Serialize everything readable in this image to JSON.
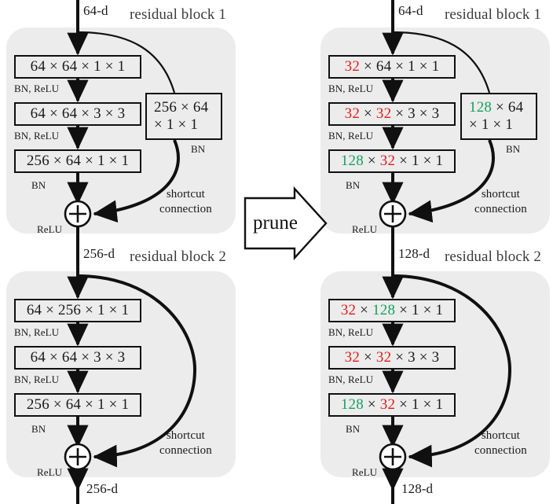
{
  "figure": {
    "title": "residual block pruning diagram",
    "colors": {
      "pruned_red": "#e11b1b",
      "kept_green": "#17a05e",
      "block_background": "#ececec",
      "line": "#101010"
    },
    "transform_label": "prune"
  },
  "left": {
    "input_dim": "64-d",
    "block1": {
      "title": "residual block 1",
      "layers": [
        {
          "text": "64 × 64 × 1 × 1",
          "norm": "BN, ReLU"
        },
        {
          "text": "64 × 64 × 3 × 3",
          "norm": "BN, ReLU"
        },
        {
          "text": "256 × 64 × 1 × 1",
          "norm": "BN"
        }
      ],
      "shortcut_conv_line1": "256 × 64",
      "shortcut_conv_line2": "× 1 × 1",
      "shortcut_conv_norm": "BN",
      "shortcut_label_line1": "shortcut",
      "shortcut_label_line2": "connection",
      "add_icon": "plus-in-circle",
      "output_activation": "ReLU",
      "output_dim": "256-d"
    },
    "block2": {
      "title": "residual block 2",
      "input_dim": "256-d",
      "layers": [
        {
          "text": "64 × 256 × 1 × 1",
          "norm": "BN, ReLU"
        },
        {
          "text": "64 × 64 × 3 × 3",
          "norm": "BN, ReLU"
        },
        {
          "text": "256 × 64 × 1 × 1",
          "norm": "BN"
        }
      ],
      "shortcut_label_line1": "shortcut",
      "shortcut_label_line2": "connection",
      "add_icon": "plus-in-circle",
      "output_activation": "ReLU",
      "output_dim": "256-d"
    }
  },
  "right": {
    "input_dim": "64-d",
    "block1": {
      "title": "residual block 1",
      "layers": [
        {
          "parts": [
            {
              "t": "32",
              "c": "red"
            },
            {
              "t": " × 64 × 1 × 1",
              "c": "plain"
            }
          ],
          "norm": "BN, ReLU"
        },
        {
          "parts": [
            {
              "t": "32",
              "c": "red"
            },
            {
              "t": " × ",
              "c": "plain"
            },
            {
              "t": "32",
              "c": "red"
            },
            {
              "t": " × 3 × 3",
              "c": "plain"
            }
          ],
          "norm": "BN, ReLU"
        },
        {
          "parts": [
            {
              "t": "128",
              "c": "green"
            },
            {
              "t": " × ",
              "c": "plain"
            },
            {
              "t": "32",
              "c": "red"
            },
            {
              "t": " × 1 × 1",
              "c": "plain"
            }
          ],
          "norm": "BN"
        }
      ],
      "shortcut_conv_line1_parts": [
        {
          "t": "128",
          "c": "green"
        },
        {
          "t": " × 64",
          "c": "plain"
        }
      ],
      "shortcut_conv_line2": "× 1 × 1",
      "shortcut_conv_norm": "BN",
      "shortcut_label_line1": "shortcut",
      "shortcut_label_line2": "connection",
      "add_icon": "plus-in-circle",
      "output_activation": "ReLU",
      "output_dim": "128-d"
    },
    "block2": {
      "title": "residual block 2",
      "input_dim": "128-d",
      "layers": [
        {
          "parts": [
            {
              "t": "32",
              "c": "red"
            },
            {
              "t": " × ",
              "c": "plain"
            },
            {
              "t": "128",
              "c": "green"
            },
            {
              "t": " × 1 × 1",
              "c": "plain"
            }
          ],
          "norm": "BN, ReLU"
        },
        {
          "parts": [
            {
              "t": "32",
              "c": "red"
            },
            {
              "t": " × ",
              "c": "plain"
            },
            {
              "t": "32",
              "c": "red"
            },
            {
              "t": " × 3 × 3",
              "c": "plain"
            }
          ],
          "norm": "BN, ReLU"
        },
        {
          "parts": [
            {
              "t": "128",
              "c": "green"
            },
            {
              "t": " × ",
              "c": "plain"
            },
            {
              "t": "32",
              "c": "red"
            },
            {
              "t": " × 1 × 1",
              "c": "plain"
            }
          ],
          "norm": "BN"
        }
      ],
      "shortcut_label_line1": "shortcut",
      "shortcut_label_line2": "connection",
      "add_icon": "plus-in-circle",
      "output_activation": "ReLU",
      "output_dim": "128-d"
    }
  }
}
